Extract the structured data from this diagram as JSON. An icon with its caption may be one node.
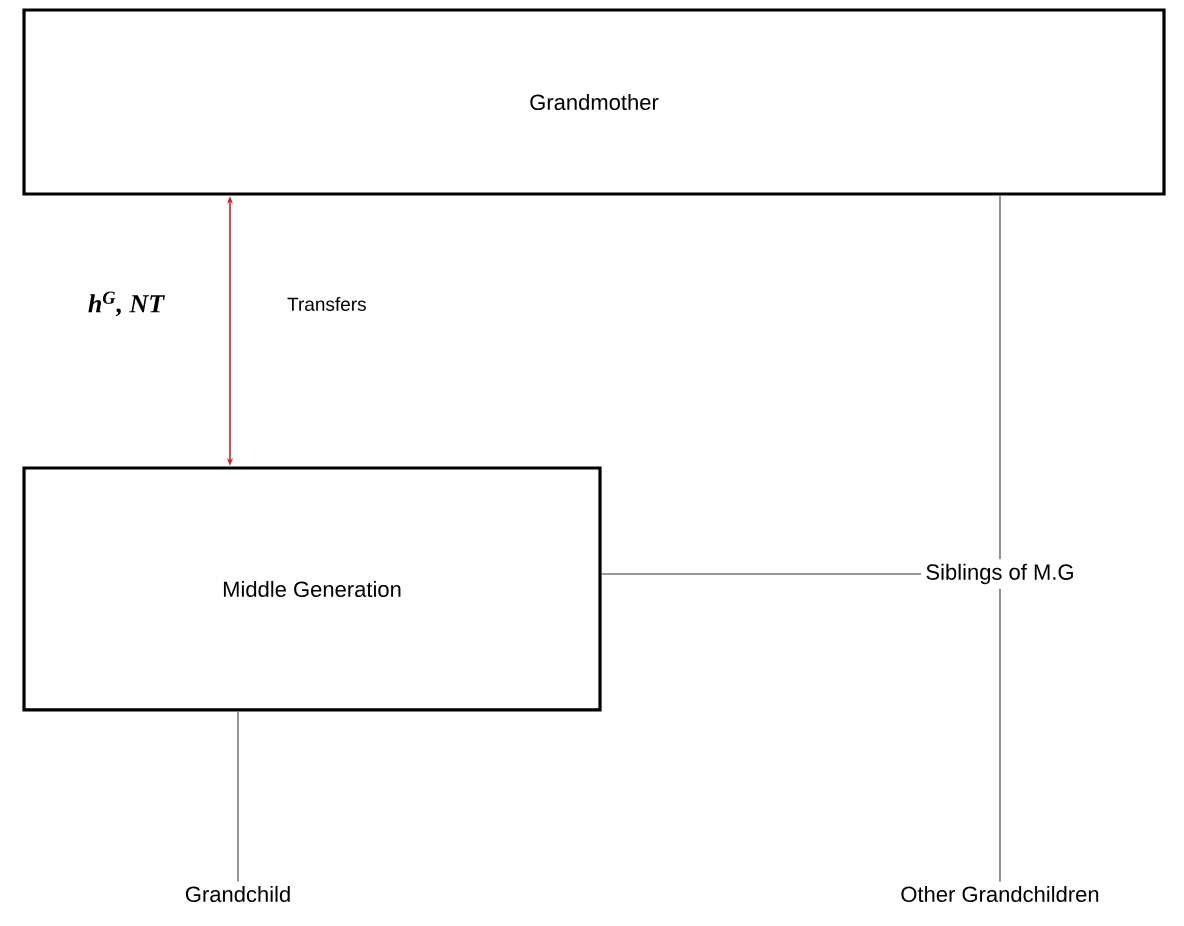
{
  "diagram": {
    "nodes": [
      {
        "text": [
          "Grandmother"
        ]
      },
      {
        "text": [
          "Middle Generation"
        ]
      },
      {
        "text": [
          "Siblings of M.G"
        ]
      },
      {
        "text": [
          "Grandchild"
        ]
      },
      {
        "text": [
          "Other Grandchildren"
        ]
      }
    ],
    "edges": [
      {
        "from": 0,
        "to": 1,
        "arrow": "both",
        "label": "Transfers",
        "color": "#cc2222"
      },
      {
        "from": 0,
        "to": 2,
        "arrow": "none"
      },
      {
        "from": 1,
        "to": 2,
        "arrow": "none"
      },
      {
        "from": 2,
        "to": 4,
        "arrow": "none"
      },
      {
        "from": 1,
        "to": 3,
        "arrow": "none"
      }
    ],
    "labels": [
      "h$^{G}$, NT"
    ]
  }
}
